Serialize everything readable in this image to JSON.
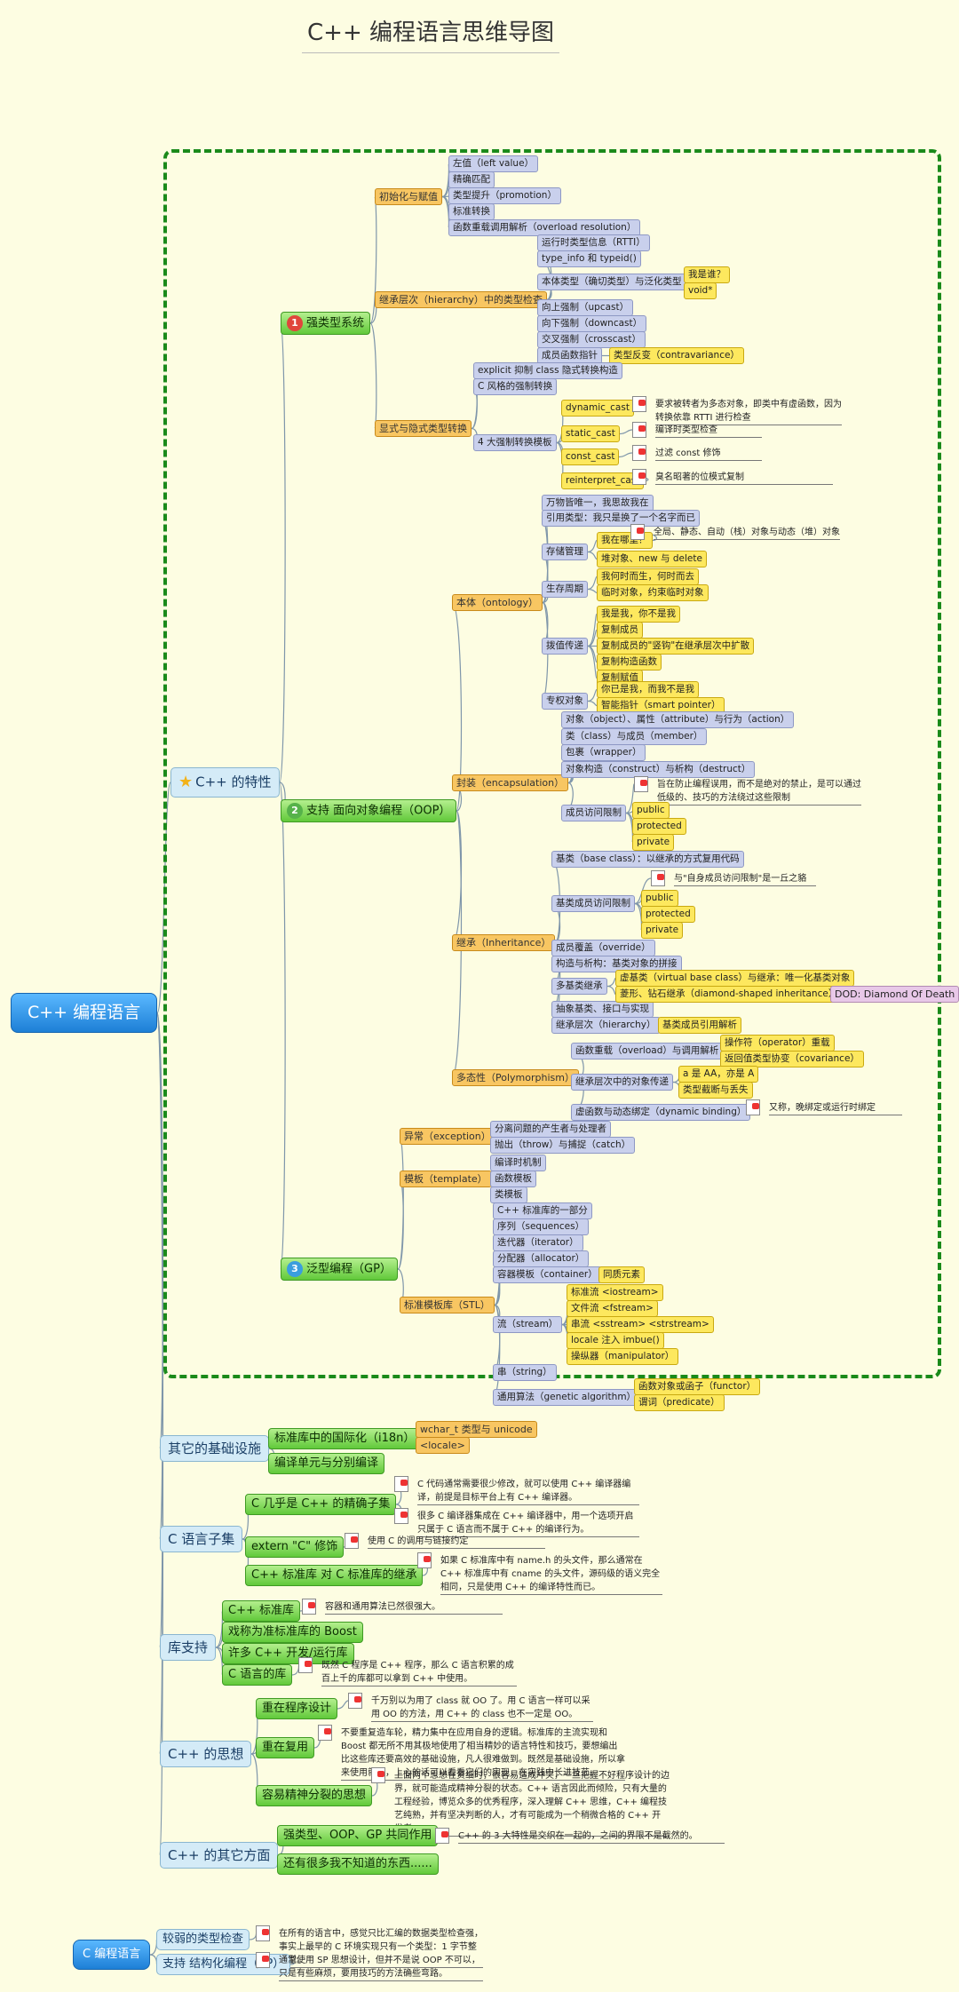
{
  "title": "C++ 编程语言思维导图",
  "colors": {
    "link": "#7f96aa",
    "frame": "#1a8a1a",
    "badge_red": "#e0463c",
    "badge_green": "#56b24a",
    "badge_blue": "#3a9ede"
  },
  "root": "C++ 编程语言",
  "features": {
    "label": "C++ 的特性",
    "icon": "star-icon",
    "strong": {
      "label": "强类型系统",
      "num": "1",
      "init": {
        "label": "初始化与赋值",
        "items": [
          "左值（left value）",
          "精确匹配",
          "类型提升（promotion）",
          "标准转换",
          "函数重载调用解析（overload resolution）"
        ]
      },
      "hier": {
        "label": "继承层次（hierarchy）中的类型检查",
        "items": [
          "运行时类型信息（RTTI）",
          "type_info 和 typeid()",
          "本体类型（确切类型）与泛化类型",
          "向上强制（upcast）",
          "向下强制（downcast）",
          "交叉强制（crosscast）",
          "成员函数指针"
        ],
        "what": [
          "我是谁？",
          "void*"
        ],
        "contra": "类型反变（contravariance）"
      },
      "conv": {
        "label": "显式与隐式类型转换",
        "items": [
          "explicit 抑制 class 隐式转换构造",
          "C 风格的强制转换",
          "4 大强制转换模板"
        ],
        "casts": [
          "dynamic_cast",
          "static_cast",
          "const_cast",
          "reinterpret_cast"
        ],
        "notes": [
          "要求被转者为多态对象，即类中有虚函数，因为转换依靠 RTTI 进行检查",
          "编译时类型检查",
          "过滤 const 修饰",
          "臭名昭著的位模式复制"
        ]
      }
    },
    "oop": {
      "label": "支持 面向对象编程（OOP）",
      "num": "2",
      "ontology": {
        "label": "本体（ontology）",
        "items": [
          "万物皆唯一，我思故我在",
          "引用类型：我只是换了一个名字而已",
          "存储管理",
          "生存周期",
          "拨值传递",
          "专权对象"
        ],
        "storage": [
          "我在哪里？",
          "堆对象、new 与 delete"
        ],
        "storage_note": "全局、静态、自动（栈）对象与动态（堆）对象",
        "life": [
          "我何时而生，何时而去",
          "临时对象，约束临时对象"
        ],
        "pass": [
          "我是我，你不是我",
          "复制成员",
          "复制成员的\"竖钩\"在继承层次中扩散",
          "复制构造函数",
          "复制赋值"
        ],
        "owner": [
          "你已是我，而我不是我",
          "智能指针（smart pointer）"
        ]
      },
      "encap": {
        "label": "封装（encapsulation）",
        "items": [
          "对象（object）、属性（attribute）与行为（action）",
          "类（class）与成员（member）",
          "包裹（wrapper）",
          "对象构造（construct）与析构（destruct）",
          "成员访问限制"
        ],
        "note": "旨在防止编程误用，而不是绝对的禁止，是可以通过低级的、技巧的方法绕过这些限制",
        "access": [
          "public",
          "protected",
          "private"
        ]
      },
      "inherit": {
        "label": "继承（Inheritance）",
        "items": [
          "基类（base class）：以继承的方式复用代码",
          "基类成员访问限制",
          "成员覆盖（override）",
          "构造与析构：基类对象的拼接",
          "多基类继承",
          "抽象基类、接口与实现",
          "继承层次（hierarchy）"
        ],
        "access_note": "与\"自身成员访问限制\"是一丘之貉",
        "access": [
          "public",
          "protected",
          "private"
        ],
        "multi": [
          "虚基类（virtual base class）与继承：唯一化基类对象",
          "菱形、钻石继承（diamond-shaped inheritance）"
        ],
        "dod": "DOD: Diamond Of Death",
        "ref": "基类成员引用解析"
      },
      "poly": {
        "label": "多态性（Polymorphism）",
        "items": [
          "函数重载（overload）与调用解析",
          "继承层次中的对象传递",
          "虚函数与动态绑定（dynamic binding）"
        ],
        "overload": [
          "操作符（operator）重载",
          "返回值类型协变（covariance）"
        ],
        "pass": [
          "a 是 AA，亦是 A",
          "类型截断与丢失"
        ],
        "vnote": "又称，晚绑定或运行时绑定"
      }
    },
    "gp": {
      "label": "泛型编程（GP）",
      "num": "3",
      "exc": {
        "label": "异常（exception）",
        "items": [
          "分离问题的产生者与处理者",
          "抛出（throw）与捕捉（catch）"
        ]
      },
      "tpl": {
        "label": "模板（template）",
        "items": [
          "编译时机制",
          "函数模板",
          "类模板"
        ]
      },
      "stl": {
        "label": "标准模板库（STL）",
        "items": [
          "C++ 标准库的一部分",
          "序列（sequences）",
          "迭代器（iterator）",
          "分配器（allocator）",
          "容器模板（container）",
          "流（stream）",
          "串（string）",
          "通用算法（genetic algorithm）"
        ],
        "container": "同质元素",
        "stream": [
          "标准流 <iostream>",
          "文件流 <fstream>",
          "串流 <sstream> <strstream>",
          "locale 注入 imbue()",
          "操纵器（manipulator）"
        ],
        "algo": [
          "函数对象或函子（functor）",
          "谓词（predicate）"
        ]
      }
    }
  },
  "infra": {
    "label": "其它的基础设施",
    "i18n": "标准库中的国际化（i18n）",
    "i18n_items": [
      "wchar_t 类型与 unicode",
      "<locale>"
    ],
    "compile": "编译单元与分别编译"
  },
  "csub": {
    "label": "C 语言子集",
    "items": [
      "C 几乎是 C++ 的精确子集",
      "extern \"C\" 修饰",
      "C++ 标准库 对 C 标准库的继承"
    ],
    "notes": [
      "C 代码通常需要很少修改，就可以使用 C++ 编译器编译，前提是目标平台上有 C++ 编译器。",
      "很多 C 编译器集成在 C++ 编译器中，用一个选项开启只属于 C 语言而不属于 C++ 的编译行为。",
      "使用 C 的调用与链接约定",
      "如果 C 标准库中有 name.h 的头文件，那么通常在 C++ 标准库中有 cname 的头文件，源码级的语义完全相同，只是使用 C++ 的编译特性而已。"
    ]
  },
  "libsup": {
    "label": "库支持",
    "items": [
      "C++ 标准库",
      "戏称为准标准库的 Boost",
      "许多 C++ 开发/运行库",
      "C 语言的库"
    ],
    "notes": [
      "容器和通用算法已然很强大。",
      "既然 C 程序是 C++ 程序，那么 C 语言积累的成百上千的库都可以拿到 C++ 中使用。"
    ]
  },
  "thought": {
    "label": "C++ 的思想",
    "items": [
      "重在程序设计",
      "重在复用",
      "容易精神分裂的思想"
    ],
    "notes": [
      "千万别以为用了 class 就 OO 了。用 C 语言一样可以采用 OO 的方法，用 C++ 的 class 也不一定是 OO。",
      "不要重复造车轮，精力集中在应用自身的逻辑。标准库的主流实现和 Boost 都无所不用其极地使用了相当精妙的语言特性和技巧，要想编出比这些库还要高效的基础设施，凡人很难做到。既然是基础设施，所以拿来使用就好，上心的话可以看看它们的实现，在实践中长进技艺。",
      "上面两个思想在资细时，很容易造成冲突，一旦把握不好程序设计的边界，就可能造成精神分裂的状态。C++ 语言因此而倾险，只有大量的工程经验，博览众多的优秀程序，深入理解 C++ 思维，C++ 编程技艺纯熟，并有坚决判断的人，才有可能成为一个稍微合格的 C++ 开发者。"
    ]
  },
  "other": {
    "label": "C++ 的其它方面",
    "items": [
      "强类型、OOP、GP 共同作用",
      "还有很多我不知道的东西......"
    ],
    "note": "C++ 的 3 大特性是交织在一起的，之间的界限不是截然的。"
  },
  "c_lang": {
    "root": "C 编程语言",
    "items": [
      "较弱的类型检查",
      "支持 结构化编程（SP）"
    ],
    "notes": [
      "在所有的语言中，感觉只比汇编的数据类型检查强，事实上最早的 C 环境实现只有一个类型：1 字节整数型。",
      "通常使用 SP 思想设计，但并不是说 OOP 不可以，只是有些麻烦，要用技巧的方法确些弯路。"
    ]
  }
}
